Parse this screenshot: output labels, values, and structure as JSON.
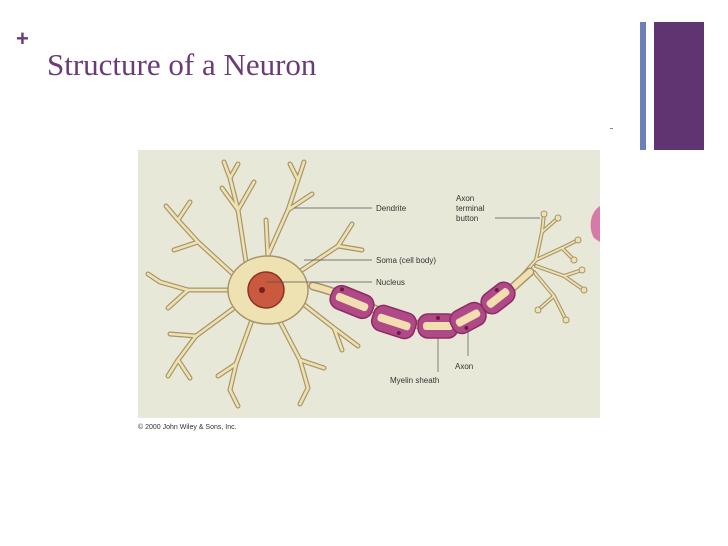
{
  "slide": {
    "bullet_symbol": "+",
    "title": "Structure of a Neuron",
    "accent_color": "#5f3470",
    "secondary_accent_color": "#6d7fb8"
  },
  "figure": {
    "labels": {
      "dendrite": "Dendrite",
      "axon_terminal_line1": "Axon",
      "axon_terminal_line2": "terminal",
      "axon_terminal_line3": "button",
      "soma": "Soma (cell body)",
      "nucleus": "Nucleus",
      "axon": "Axon",
      "myelin_sheath": "Myelin sheath"
    },
    "copyright": "© 2000 John Wiley & Sons, Inc.",
    "colors": {
      "background": "#e8e8d8",
      "cell": "#eee2b2",
      "cell_outline": "#a8946a",
      "nucleus": "#c9593f",
      "myelin": "#b04a86",
      "axon_core": "#f1dfb2"
    }
  }
}
